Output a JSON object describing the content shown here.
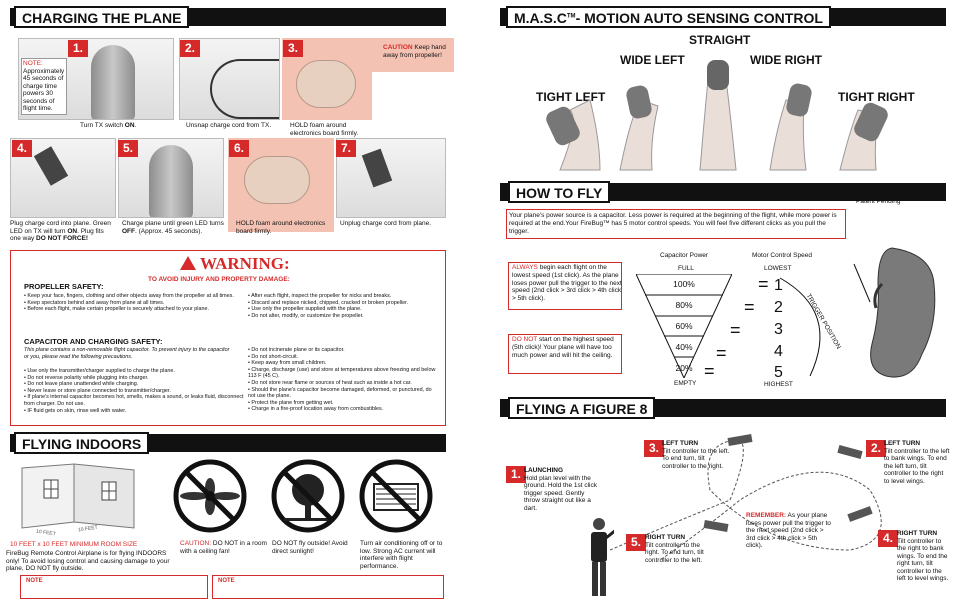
{
  "charging": {
    "title": "CHARGING THE PLANE",
    "steps": [
      {
        "n": "1.",
        "caption_pre": "Turn TX switch ",
        "caption_bold": "ON",
        "caption_post": "."
      },
      {
        "n": "2.",
        "caption": "Unsnap charge cord from TX."
      },
      {
        "n": "3.",
        "caption": "HOLD foam around electronics board firmly."
      },
      {
        "n": "4.",
        "caption": "Plug charge cord into plane. Green LED on TX will turn ",
        "caption_bold": "ON",
        "caption_post": ". Plug fits one way ",
        "caption_bold2": "DO NOT FORCE!"
      },
      {
        "n": "5.",
        "caption": "Charge plane until green LED turns ",
        "caption_bold": "OFF",
        "caption_post": ". (Approx. 45 seconds)."
      },
      {
        "n": "6.",
        "caption": "HOLD foam around electronics board firmly."
      },
      {
        "n": "7.",
        "caption": "Unplug charge cord from plane."
      }
    ],
    "note_label": "NOTE:",
    "note_text": "Approximately 45 seconds of charge time powers 30 seconds of flight time.",
    "caution_label": "CAUTION",
    "caution_text": "Keep hand away from propeller!"
  },
  "warning": {
    "title": "WARNING:",
    "subtitle": "TO AVOID INJURY AND PROPERTY DAMAGE:",
    "propeller_heading": "PROPELLER SAFETY:",
    "propeller_left": [
      "• Keep your face, fingers, clothing and other objects away from the propeller at all times.",
      "• Keep spectators behind and away from plane at all times.",
      "• Before each flight, make certain propeller is securely attached to your plane."
    ],
    "propeller_right": [
      "• After each flight, inspect the propeller for nicks and breaks.",
      "• Discard and replace nicked, chipped, cracked or broken propeller.",
      "• Use only the propeller supplied with the plane.",
      "• Do not alter, modify, or customize the propeller."
    ],
    "capacitor_heading": "CAPACITOR AND CHARGING SAFETY:",
    "capacitor_intro": "This plane contains a non-removable flight capacitor. To prevent injury to the capacitor or you, please read the following precautions.",
    "capacitor_left": [
      "• Use only the transmitter/charger supplied to charge the plane.",
      "• Do not reverse polarity while plugging into charger.",
      "• Do not leave plane unattended while charging.",
      "• Never leave or store plane connected to transmitter/charger.",
      "• If plane's internal capacitor becomes hot, smells, makes a sound, or leaks fluid, disconnect from charger. Do not use.",
      "• IF fluid gets on skin, rinse well with water."
    ],
    "capacitor_right": [
      "• Do not incinerate plane or its capacitor.",
      "• Do not short-circuit.",
      "• Keep away from small children.",
      "• Charge, discharge (use) and store at temperatures above freezing and below 113 F (45 C).",
      "• Do not store near flame or sources of heat such as inside a hot car.",
      "• Should the plane's capacitor become damaged, deformed, or punctured, do not use the plane.",
      "• Protect the plane from getting wet.",
      "• Charge in a fire-proof location away from combustibles."
    ]
  },
  "indoors": {
    "title": "FLYING INDOORS",
    "room_caption": "10 FEET x 10 FEET MINIMUM ROOM SIZE",
    "room_dim_a": "10 FEET",
    "room_dim_b": "10 FEET",
    "room_text": "FireBug Remote Control Airplane is for flying INDOORS only! To avoid losing control and causing damage to your plane, DO NOT fly outside.",
    "fan_caution_label": "CAUTION:",
    "fan_caution_text": "DO NOT in a room with a ceiling fan!",
    "outside_text": "DO NOT fly outside! Avoid direct sunlight!",
    "ac_text": "Turn air conditioning off or to low. Strong AC current will interfere with flight performance.",
    "note_1": "NOTE",
    "note_2": "NOTE"
  },
  "masc": {
    "title_pre": "M.A.S.C",
    "title_tm": "TM",
    "title_post": "- MOTION AUTO SENSING CONTROL",
    "straight": "STRAIGHT",
    "wide_left": "WIDE LEFT",
    "wide_right": "WIDE RIGHT",
    "tight_left": "TIGHT LEFT",
    "tight_right": "TIGHT RIGHT"
  },
  "howtofly": {
    "title": "HOW TO FLY",
    "patent": "Patent Pending",
    "intro": "Your plane's power source is a capacitor. Less power is required at the beginning of the flight, while more power is required at the end.Your FireBug™ has 5 motor control speeds. You will feel five different clicks as you pull the trigger.",
    "always_label": "ALWAYS",
    "always_text": "begin each flight on the lowest speed (1st click). As the plane loses power pull the trigger to the next speed (2nd click > 3rd click > 4th click > 5th click).",
    "donot_label": "DO NOT",
    "donot_text": "start on the highest speed (5th click)! Your plane will have too much power and will hit the ceiling.",
    "capacitor_power": "Capacitor Power",
    "motor_speed": "Motor Control Speed",
    "full": "FULL",
    "empty": "EMPTY",
    "lowest": "LOWEST",
    "highest": "HIGHEST",
    "trigger_position": "TRIGGER POSITION",
    "levels": [
      "100%",
      "80%",
      "60%",
      "40%",
      "20%"
    ],
    "speeds": [
      "1",
      "2",
      "3",
      "4",
      "5"
    ],
    "equals": "="
  },
  "figure8": {
    "title": "FLYING A FIGURE 8",
    "steps": [
      {
        "n": "1.",
        "head": "LAUNCHING",
        "text": "Hold plan level with the ground. Hold the 1st click trigger speed. Gently throw straight out like a dart."
      },
      {
        "n": "2.",
        "head": "LEFT TURN",
        "text": "Tilt controller to the left to bank wings. To end the left turn, tilt controller to the right to level wings."
      },
      {
        "n": "3.",
        "head": "LEFT TURN",
        "text": "Tilt controller to the left. To end turn, tilt controller to the right."
      },
      {
        "n": "4.",
        "head": "RIGHT TURN",
        "text": "Tilt controller to the right to bank wings. To end the right turn, tilt controller to the left to level wings."
      },
      {
        "n": "5.",
        "head": "RIGHT TURN",
        "text": "Tilt controller to the right. To end turn, tilt controller to the left."
      }
    ],
    "remember_label": "REMEMBER:",
    "remember_text": "As your plane loses power pull the trigger to the next speed (2nd click > 3rd click > 4th click > 5th click)."
  },
  "colors": {
    "accent": "#d62a2a",
    "pink": "#f4c2b3",
    "black": "#111111"
  }
}
